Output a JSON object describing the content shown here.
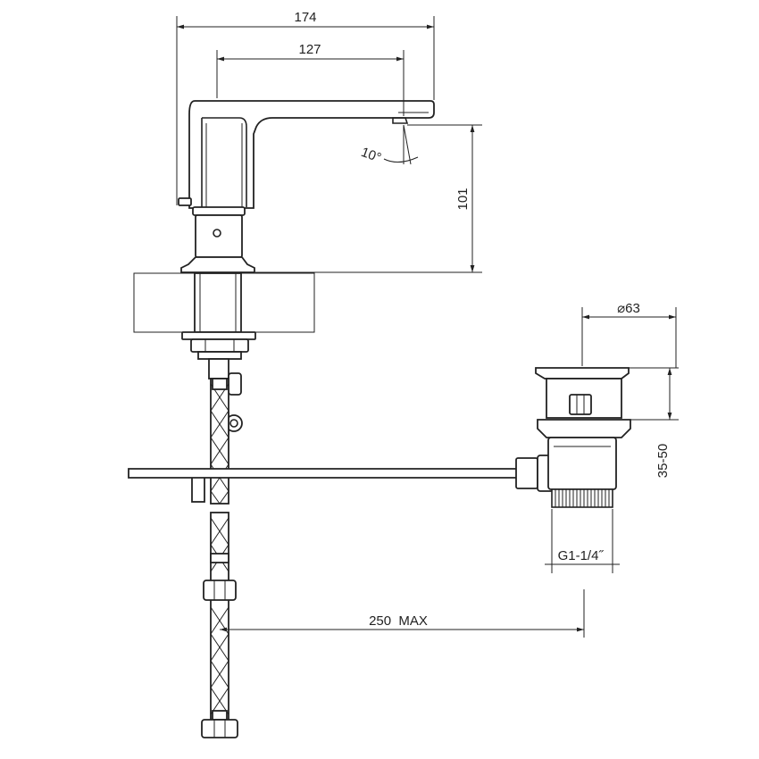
{
  "dimensions": {
    "total_length": "174",
    "spout_length": "127",
    "height": "101",
    "spout_angle": "10°",
    "waste_diameter": "⌀63",
    "waste_height_range": "35-50",
    "thread": "G1-1/4˝",
    "rod_length": "250  MAX"
  },
  "colors": {
    "line": "#222222",
    "background": "#ffffff"
  }
}
